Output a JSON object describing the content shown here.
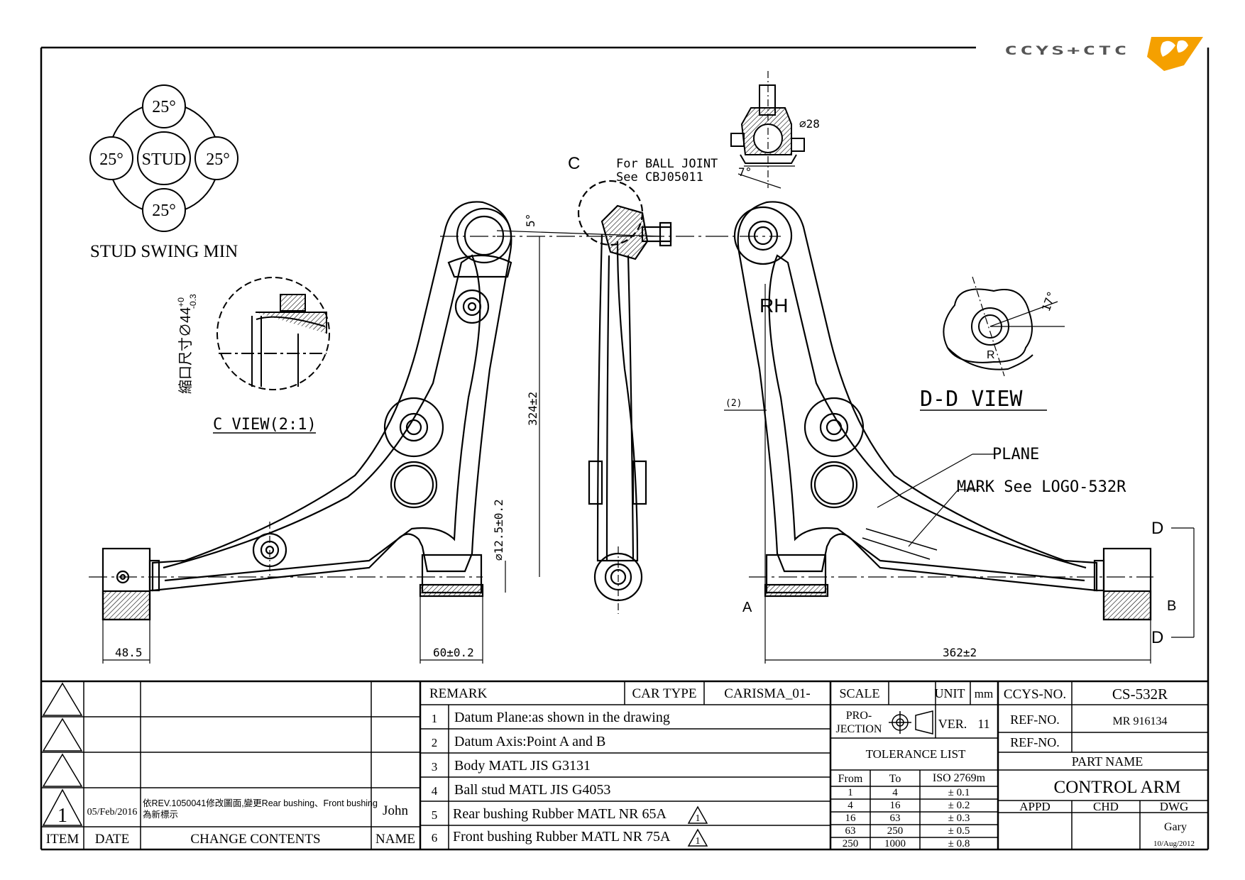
{
  "logo": {
    "text": "CCYS+CTC",
    "accent": "#f5a000",
    "gray": "#555555"
  },
  "stud": {
    "center": "STUD",
    "angles": [
      "25°",
      "25°",
      "25°",
      "25°"
    ],
    "caption": "STUD SWING MIN"
  },
  "views": {
    "c_view": "C VIEW(2:1)",
    "dd_view": "D-D VIEW",
    "c_marker": "C",
    "rh": "RH",
    "gauge": "縮口尺寸∅44",
    "gauge_tol_upper": "+0",
    "gauge_tol_lower": "-0.3"
  },
  "notes": {
    "ball_joint_1": "For BALL JOINT",
    "ball_joint_2": "See CBJ05011",
    "plane": "PLANE",
    "mark": "MARK See LOGO-532R"
  },
  "dims": {
    "phi28": "∅28",
    "seven": "7°",
    "five": "5°",
    "seventeen": "17°",
    "d324": "324±2",
    "d125": "∅12.5±0.2",
    "d485": "48.5",
    "d60": "60±0.2",
    "d362": "362±2",
    "d2": "(2)",
    "pt_a": "A",
    "pt_b": "B",
    "pt_d1": "D",
    "pt_d2": "D",
    "r": "R"
  },
  "revisions": {
    "headers": {
      "item": "ITEM",
      "date": "DATE",
      "contents": "CHANGE CONTENTS",
      "name": "NAME"
    },
    "rows": [
      {
        "item": "",
        "date": "",
        "contents": "",
        "name": ""
      },
      {
        "item": "",
        "date": "",
        "contents": "",
        "name": ""
      },
      {
        "item": "",
        "date": "",
        "contents": "",
        "name": ""
      },
      {
        "item": "1",
        "date": "05/Feb/2016",
        "contents_1": "依REV.1050041修改圖面,變更Rear bushing、Front bushing",
        "contents_2": "為新標示",
        "name": "John"
      }
    ]
  },
  "remarks": {
    "header": "REMARK",
    "car_type_label": "CAR TYPE",
    "car_type": "CARISMA_01-",
    "items": [
      {
        "no": "1",
        "text": "Datum Plane:as shown in the drawing"
      },
      {
        "no": "2",
        "text": "Datum Axis:Point A and B"
      },
      {
        "no": "3",
        "text": "Body MATL JIS G3131"
      },
      {
        "no": "4",
        "text": "Ball stud MATL JIS G4053"
      },
      {
        "no": "5",
        "text": "Rear bushing Rubber MATL NR 65A"
      },
      {
        "no": "6",
        "text": "Front bushing Rubber MATL NR 75A"
      }
    ],
    "warn_glyph": "1"
  },
  "specs": {
    "scale_label": "SCALE",
    "scale_value": "",
    "unit_label": "UNIT",
    "unit_value": "mm",
    "projection_label_1": "PRO-",
    "projection_label_2": "JECTION",
    "ver_label": "VER.",
    "ver_value": "11",
    "tolerance_title": "TOLERANCE LIST",
    "tol_headers": {
      "from": "From",
      "to": "To",
      "std": "ISO 2769m"
    },
    "tolerances": [
      {
        "from": "1",
        "to": "4",
        "tol": "± 0.1"
      },
      {
        "from": "4",
        "to": "16",
        "tol": "± 0.2"
      },
      {
        "from": "16",
        "to": "63",
        "tol": "± 0.3"
      },
      {
        "from": "63",
        "to": "250",
        "tol": "± 0.5"
      },
      {
        "from": "250",
        "to": "1000",
        "tol": "± 0.8"
      }
    ]
  },
  "title_block": {
    "ccys_label": "CCYS-NO.",
    "ccys_value": "CS-532R",
    "ref1_label": "REF-NO.",
    "ref1_value": "MR 916134",
    "ref2_label": "REF-NO.",
    "ref2_value": "",
    "part_name_label": "PART NAME",
    "part_name": "CONTROL ARM",
    "appd_label": "APPD",
    "chd_label": "CHD",
    "dwg_label": "DWG",
    "appd": "",
    "chd": "",
    "dwg": "Gary",
    "dwg_date": "10/Aug/2012"
  }
}
